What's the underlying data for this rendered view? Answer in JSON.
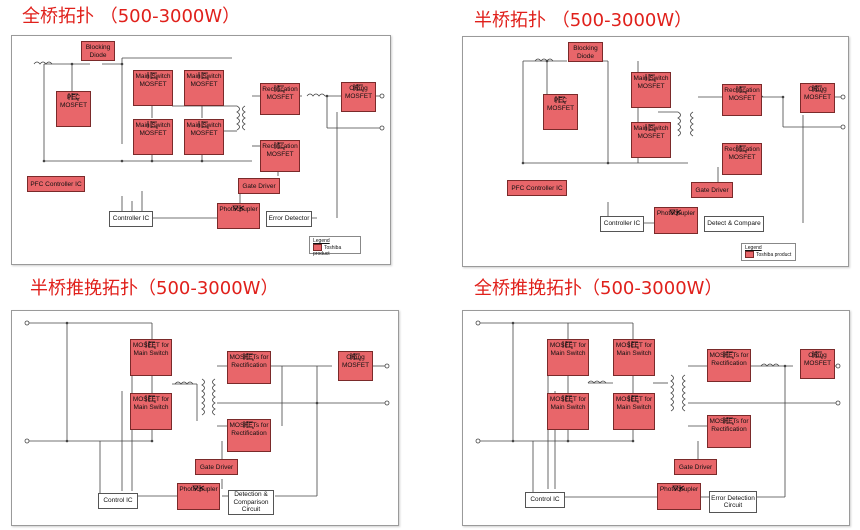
{
  "titles": {
    "tl": "全桥拓扑 （500-3000W）",
    "tr": "半桥拓扑 （500-3000W）",
    "bl": "半桥推挽拓扑（500-3000W）",
    "br": "全桥推挽拓扑（500-3000W）"
  },
  "labels": {
    "blocking_diode": "Blocking Diode",
    "pfc_mosfet": "PFC MOSFET",
    "main_switch_mosfet": "Main Switch MOSFET",
    "rectification_mosfet": "Rectification MOSFET",
    "oring_mosfet": "ORing MOSFET",
    "gate_driver": "Gate Driver",
    "photocoupler": "Photocoupler",
    "controller_ic": "Controller IC",
    "control_ic": "Control IC",
    "error_detector": "Error Detector",
    "detect_compare": "Detect & Compare",
    "pfc_controller_ic": "PFC Controller IC",
    "mosfet_for_main_switch": "MOSFET for Main Switch",
    "mosfets_for_rectification": "MOSFETs for Rectification",
    "detection_comparison_circuit": "Detection & Comparison Circuit",
    "error_detection_circuit": "Error Detection Circuit"
  },
  "legend": {
    "heading": "Legend",
    "item": "Toshiba product"
  },
  "colors": {
    "title": "#e0201b",
    "block": "#e8666a",
    "line": "#444444"
  }
}
